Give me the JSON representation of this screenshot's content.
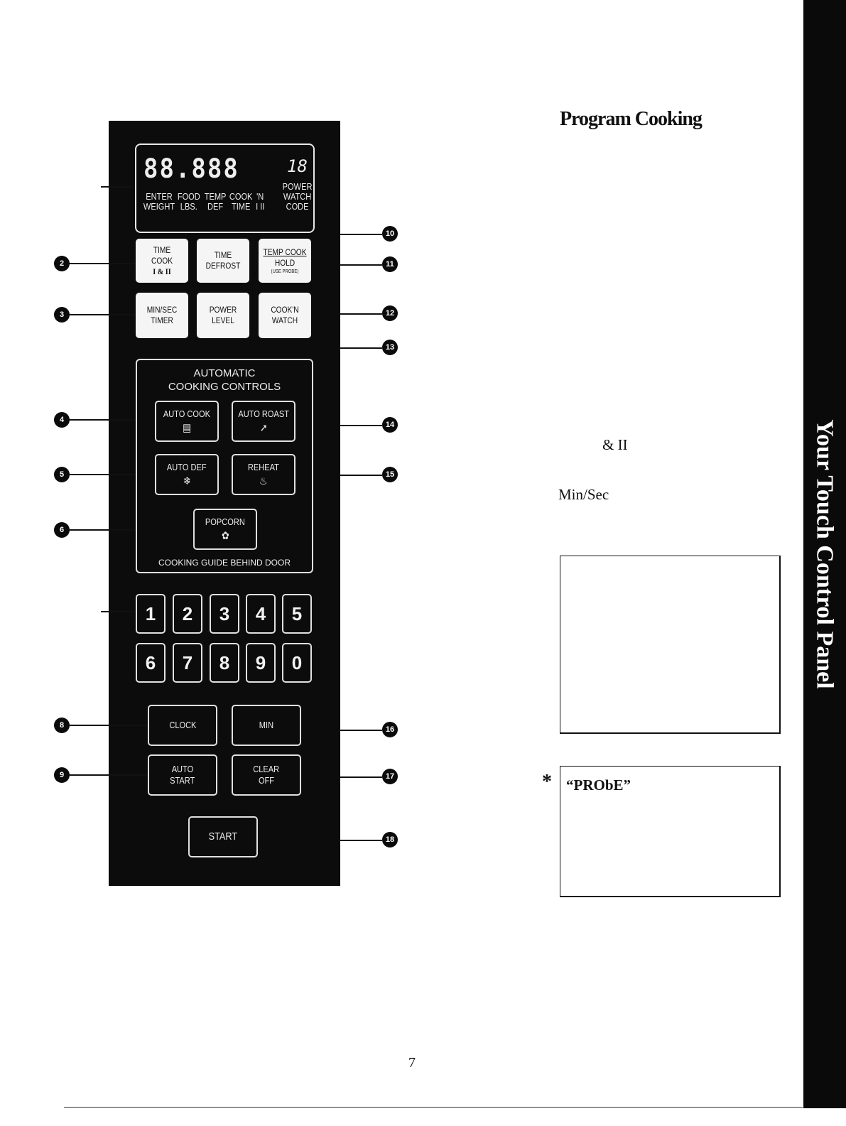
{
  "heading": "Program Cooking",
  "fragments": {
    "time_cook_i_ii": "& II",
    "min_sec": "Min/Sec"
  },
  "probe_note": {
    "asterisk": "*",
    "text": "“PRObE”"
  },
  "page_number": "7",
  "side_tab": "Your Touch Control Panel",
  "panel": {
    "display": {
      "digits": "88.888",
      "digit_small": "18",
      "labels": [
        [
          "ENTER",
          "WEIGHT"
        ],
        [
          "FOOD",
          "LBS."
        ],
        [
          "TEMP",
          "DEF"
        ],
        [
          "COOK",
          "TIME"
        ],
        [
          "'N",
          "I II"
        ],
        [
          "POWER",
          "WATCH",
          "CODE"
        ]
      ]
    },
    "top_keys": [
      [
        "TIME",
        "COOK",
        "I & II"
      ],
      [
        "TIME",
        "DEFROST"
      ],
      [
        "TEMP COOK",
        "HOLD",
        "(USE PROBE)"
      ],
      [
        "MIN/SEC",
        "TIMER"
      ],
      [
        "POWER",
        "LEVEL"
      ],
      [
        "COOK'N",
        "WATCH"
      ]
    ],
    "auto_box": {
      "title_1": "AUTOMATIC",
      "title_2": "COOKING CONTROLS",
      "keys": [
        "AUTO COOK",
        "AUTO ROAST",
        "AUTO DEF",
        "REHEAT",
        "POPCORN"
      ],
      "footer": "COOKING GUIDE BEHIND DOOR"
    },
    "number_keys": [
      "1",
      "2",
      "3",
      "4",
      "5",
      "6",
      "7",
      "8",
      "9",
      "0"
    ],
    "bottom_keys": [
      "CLOCK",
      "MIN",
      [
        "AUTO",
        "START"
      ],
      [
        "CLEAR",
        "OFF"
      ],
      "START"
    ]
  },
  "callouts": [
    "2",
    "3",
    "4",
    "5",
    "6",
    "8",
    "9",
    "10",
    "11",
    "12",
    "13",
    "14",
    "15",
    "16",
    "17",
    "18"
  ],
  "icons": [
    "auto-cook-icon",
    "auto-roast-icon",
    "auto-defrost-icon",
    "reheat-icon",
    "popcorn-icon"
  ]
}
